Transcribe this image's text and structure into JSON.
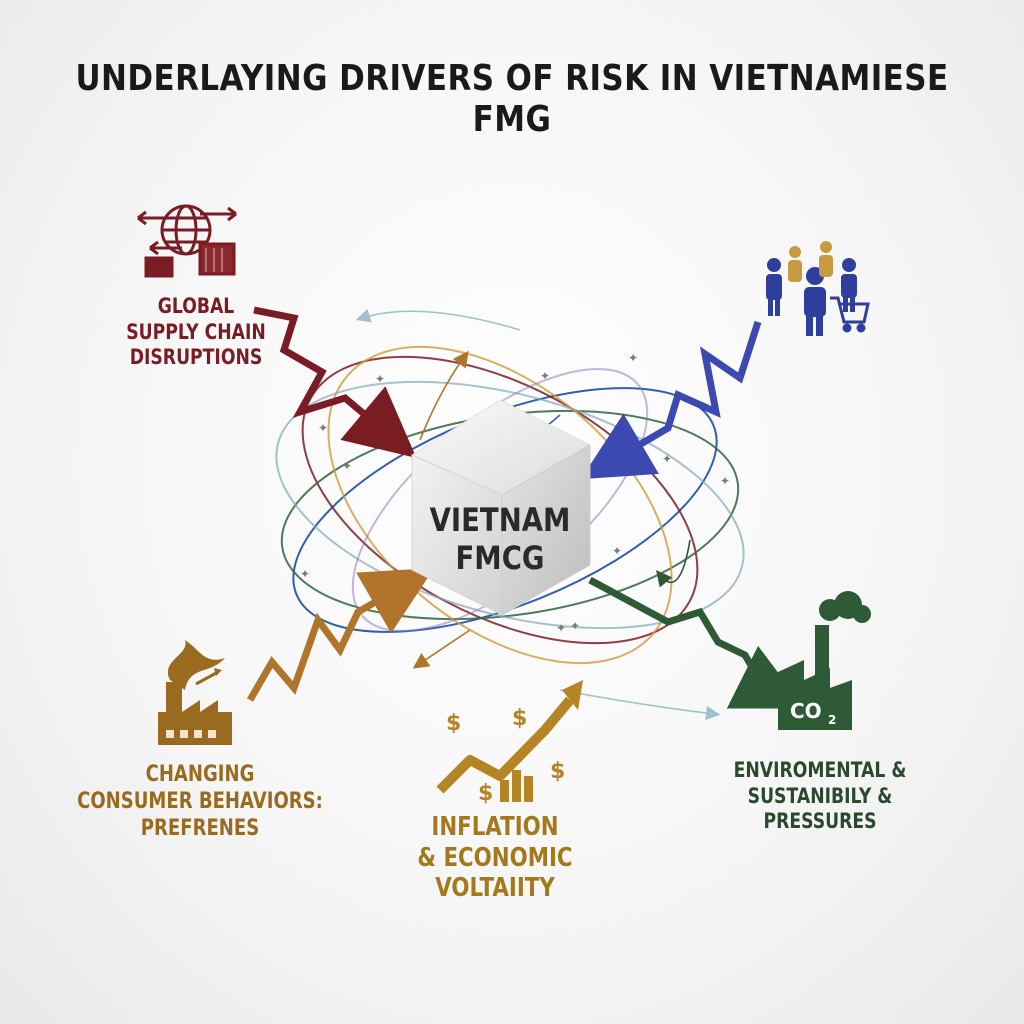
{
  "title": "UNDERLAYING DRIVERS OF RISK IN VIETNAMIESE FMG",
  "center": {
    "lines": [
      "VIETNAM",
      "FMCG"
    ]
  },
  "drivers": {
    "supply_chain": {
      "lines": [
        "GLOBAL",
        "SUPPLY CHAIN",
        "DISRUPTIONS"
      ],
      "color": "#7a1c24",
      "icon": "globe-shipping-containers-icon"
    },
    "consumer": {
      "lines": [
        "CHANGING",
        "CONSUMER BEHAVIORS:",
        "PREFRENES"
      ],
      "color": "#9a6a1e",
      "icon": "factory-icon"
    },
    "inflation": {
      "lines": [
        "INFLATION",
        "& ECONOMIC",
        "VOLTAIITY"
      ],
      "color": "#a4781c",
      "icon": "rising-dollar-chart-icon"
    },
    "environment": {
      "lines": [
        "ENVIROMENTAL &",
        "SUSTANIBILY &",
        "PRESSURES"
      ],
      "color": "#2a4a30",
      "icon": "co2-factory-icon",
      "badge_text": "CO",
      "badge_sub": "2"
    },
    "people": {
      "color": "#2f3f9e",
      "icon": "people-shopping-cart-icon"
    }
  },
  "colors": {
    "title": "#1a1a1a",
    "blue_arrow": "#3b49b0",
    "orbit_blue": "#2f5fb0",
    "orbit_teal": "#7fa8b8",
    "orbit_green": "#3b6b47",
    "orbit_orange": "#d49a3a"
  }
}
